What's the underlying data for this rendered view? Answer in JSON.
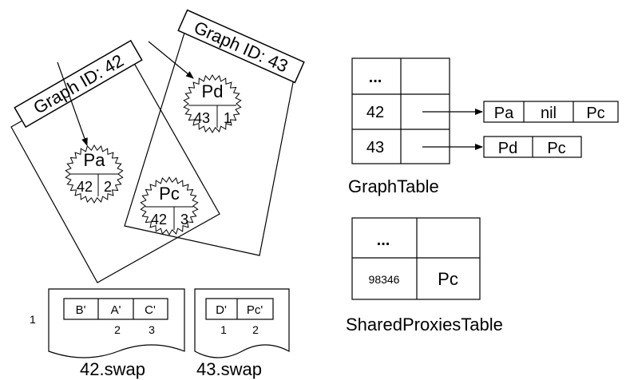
{
  "graphs": [
    {
      "label": "Graph ID: 42"
    },
    {
      "label": "Graph ID: 43"
    }
  ],
  "proxies": [
    {
      "name": "Pa",
      "left": "42",
      "right": "2"
    },
    {
      "name": "Pd",
      "left": "43",
      "right": "1"
    },
    {
      "name": "Pc",
      "left": "42",
      "right": "3"
    }
  ],
  "graph_table": {
    "caption": "GraphTable",
    "rows": [
      {
        "key": "...",
        "value": ""
      },
      {
        "key": "42",
        "value": ""
      },
      {
        "key": "43",
        "value": ""
      }
    ],
    "lists": [
      [
        "Pa",
        "nil",
        "Pc"
      ],
      [
        "Pd",
        "Pc"
      ]
    ]
  },
  "shared_table": {
    "caption": "SharedProxiesTable",
    "rows": [
      {
        "key": "...",
        "value": ""
      },
      {
        "key": "98346",
        "value": "Pc"
      }
    ]
  },
  "swaps": [
    {
      "name": "42.swap",
      "side_label": "1",
      "cells": [
        "B'",
        "A'",
        "C'"
      ],
      "indices": [
        "",
        "2",
        "3"
      ]
    },
    {
      "name": "43.swap",
      "side_label": "",
      "cells": [
        "D'",
        "Pc'"
      ],
      "indices": [
        "1",
        "2"
      ]
    }
  ]
}
